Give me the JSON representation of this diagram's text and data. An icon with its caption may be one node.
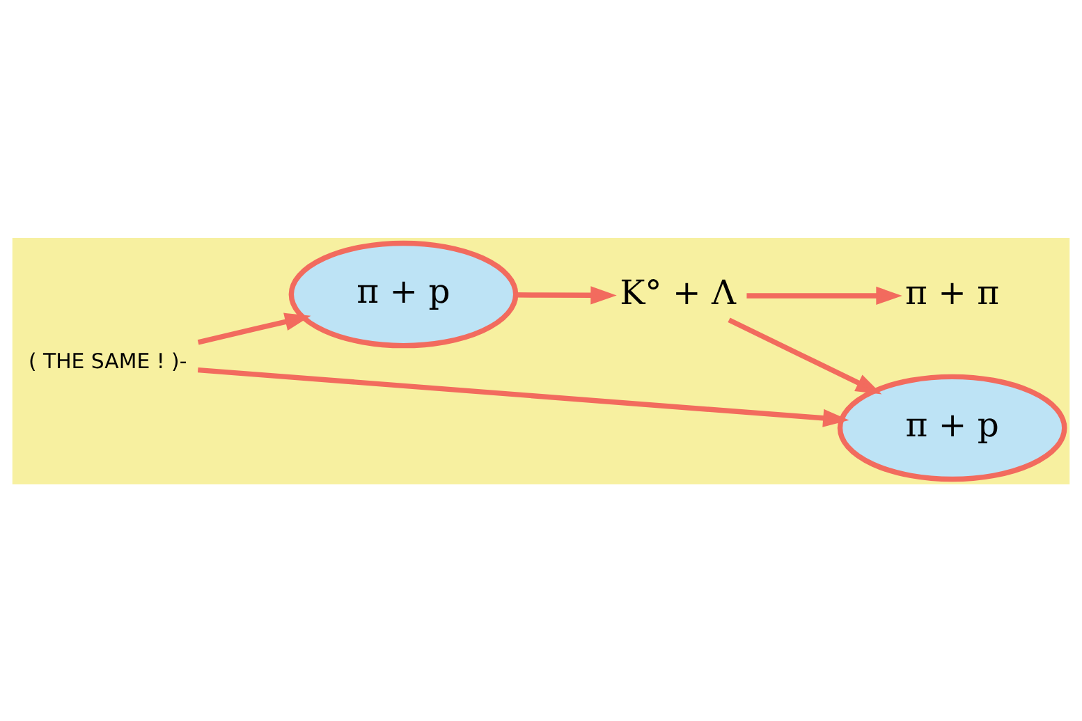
{
  "diagram": {
    "nodes": [
      {
        "text": [
          "π + p"
        ]
      },
      {
        "text": [
          "K° + Λ"
        ]
      },
      {
        "text": [
          "π + π"
        ]
      },
      {
        "text": [
          "π + p"
        ]
      },
      {
        "text": [
          "( THE SAME ! )-"
        ]
      }
    ],
    "edges": [
      {
        "from": 0,
        "to": 1,
        "arrow": "to"
      },
      {
        "from": 1,
        "to": 2,
        "arrow": "to"
      },
      {
        "from": 1,
        "to": 3,
        "arrow": "to"
      },
      {
        "from": 4,
        "to": 0,
        "arrow": "to"
      },
      {
        "from": 4,
        "to": 3,
        "arrow": "to"
      }
    ]
  }
}
